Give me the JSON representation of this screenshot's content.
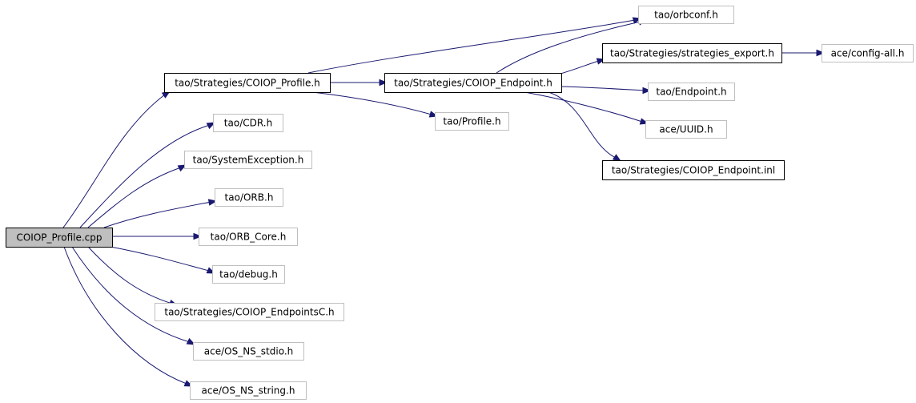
{
  "colors": {
    "edge": "#191970",
    "root_fill": "#bfbfbf",
    "dark_border": "#000000",
    "light_border": "#bfbfbf",
    "background": "#ffffff"
  },
  "nodes": [
    {
      "id": "n0",
      "label": "COIOP_Profile.cpp",
      "style": "root"
    },
    {
      "id": "n1",
      "label": "tao/Strategies/COIOP_Profile.h",
      "style": "dark"
    },
    {
      "id": "n2",
      "label": "tao/CDR.h",
      "style": "light"
    },
    {
      "id": "n3",
      "label": "tao/SystemException.h",
      "style": "light"
    },
    {
      "id": "n4",
      "label": "tao/ORB.h",
      "style": "light"
    },
    {
      "id": "n5",
      "label": "tao/ORB_Core.h",
      "style": "light"
    },
    {
      "id": "n6",
      "label": "tao/debug.h",
      "style": "light"
    },
    {
      "id": "n7",
      "label": "tao/Strategies/COIOP_EndpointsC.h",
      "style": "light"
    },
    {
      "id": "n8",
      "label": "ace/OS_NS_stdio.h",
      "style": "light"
    },
    {
      "id": "n9",
      "label": "ace/OS_NS_string.h",
      "style": "light"
    },
    {
      "id": "n10",
      "label": "tao/Strategies/COIOP_Endpoint.h",
      "style": "dark"
    },
    {
      "id": "n11",
      "label": "tao/Profile.h",
      "style": "light"
    },
    {
      "id": "n12",
      "label": "tao/orbconf.h",
      "style": "light"
    },
    {
      "id": "n13",
      "label": "tao/Strategies/strategies_export.h",
      "style": "dark"
    },
    {
      "id": "n14",
      "label": "tao/Endpoint.h",
      "style": "light"
    },
    {
      "id": "n15",
      "label": "ace/UUID.h",
      "style": "light"
    },
    {
      "id": "n16",
      "label": "tao/Strategies/COIOP_Endpoint.inl",
      "style": "dark"
    },
    {
      "id": "n17",
      "label": "ace/config-all.h",
      "style": "light"
    }
  ]
}
